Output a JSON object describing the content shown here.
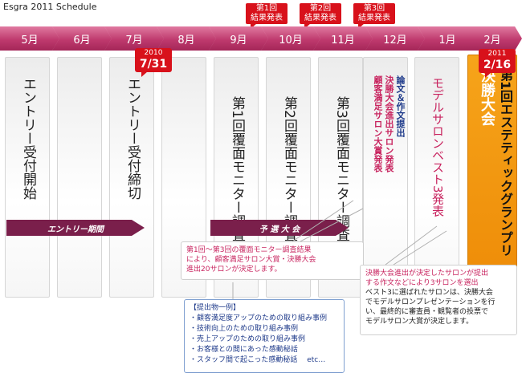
{
  "page": {
    "title": "Esgra 2011 Schedule"
  },
  "months": [
    "5月",
    "6月",
    "7月",
    "8月",
    "9月",
    "10月",
    "11月",
    "12月",
    "1月",
    "2月"
  ],
  "result_flags": [
    {
      "line1": "第1回",
      "line2": "結果発表"
    },
    {
      "line1": "第2回",
      "line2": "結果発表"
    },
    {
      "line1": "第3回",
      "line2": "結果発表"
    }
  ],
  "date_bubbles": [
    {
      "year": "2010",
      "date": "7/31"
    },
    {
      "year": "2011",
      "date": "2/16"
    }
  ],
  "columns": [
    {
      "text": "エントリー受付開始"
    },
    {
      "text": ""
    },
    {
      "text": "エントリー受付締切"
    },
    {
      "text": ""
    },
    {
      "text": "第1回覆面モニター調査"
    },
    {
      "text": "第2回覆面モニター調査"
    },
    {
      "text": "第3回覆面モニター調査"
    },
    {
      "line1": "論文＆作文提出",
      "line2": "決勝大会進出サロン発表",
      "line3": "顧客満足サロン大賞発表"
    },
    {
      "text": "モデルサロンベスト3発表"
    },
    {
      "line1": "第1回エステティックグランプリ",
      "line2": "決勝大会"
    }
  ],
  "arrows": {
    "entry": "エントリー期間",
    "qualifier": "予 選 大 会"
  },
  "notes": {
    "monitor": {
      "line1": "第1回～第3回の覆面モニター調査結果",
      "line2": "により、顧客満足サロン大賞・決勝大会",
      "line3": "進出20サロンが決定します。"
    },
    "final": {
      "line1": "決勝大会進出が決定したサロンが提出",
      "line2": "する作文などにより3サロンを選出",
      "line3": "ベスト3に選ばれたサロンは、決勝大会",
      "line4": "でモデルサロンプレゼンテーションを行",
      "line5": "い、最終的に審査員・観覧者の投票で",
      "line6": "モデルサロン大賞が決定します。"
    },
    "submission": {
      "title": "【提出物一例】",
      "items": [
        "・顧客満足度アップのための取り組み事例",
        "・技術向上のための取り組み事例",
        "・売上アップのための取り組み事例",
        "・お客様との間にあった感動秘話",
        "・スタッフ間で起こった感動秘話　 etc…"
      ]
    }
  },
  "colors": {
    "accent": "#bf3a6e",
    "flag": "#d8111b",
    "final": "#f29812",
    "arrow": "#7a1f4b"
  }
}
